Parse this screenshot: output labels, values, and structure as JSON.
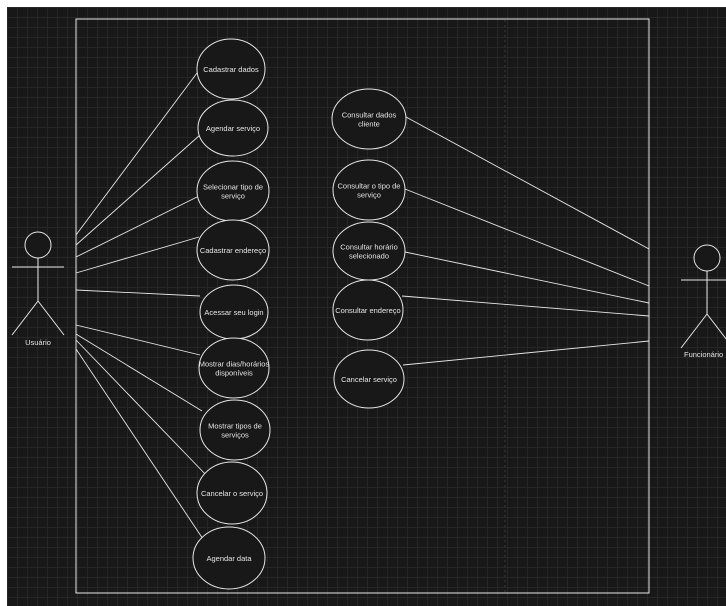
{
  "diagram": {
    "actors": {
      "left": {
        "label": "Usuário"
      },
      "right": {
        "label": "Funcionário"
      }
    },
    "use_cases": [
      {
        "id": "uc1",
        "lines": [
          "Cadastrar dados"
        ]
      },
      {
        "id": "uc2",
        "lines": [
          "Agendar serviço"
        ]
      },
      {
        "id": "uc3",
        "lines": [
          "Selecionar tipo de",
          "serviço"
        ]
      },
      {
        "id": "uc4",
        "lines": [
          "Cadastrar endereço"
        ]
      },
      {
        "id": "uc5",
        "lines": [
          "Acessar seu login"
        ]
      },
      {
        "id": "uc6",
        "lines": [
          "Mostrar dias/horários",
          "disponíveis"
        ]
      },
      {
        "id": "uc7",
        "lines": [
          "Mostrar tipos de",
          "serviços"
        ]
      },
      {
        "id": "uc8",
        "lines": [
          "Cancelar o serviço"
        ]
      },
      {
        "id": "uc9",
        "lines": [
          "Agendar data"
        ]
      },
      {
        "id": "uc10",
        "lines": [
          "Consultar dados",
          "cliente"
        ]
      },
      {
        "id": "uc11",
        "lines": [
          "Consultar o tipo de",
          "serviço"
        ]
      },
      {
        "id": "uc12",
        "lines": [
          "Consultar horário",
          "selecionado"
        ]
      },
      {
        "id": "uc13",
        "lines": [
          "Consultar endereço"
        ]
      },
      {
        "id": "uc14",
        "lines": [
          "Cancelar serviço"
        ]
      }
    ],
    "associations": {
      "left": [
        "uc1",
        "uc2",
        "uc3",
        "uc4",
        "uc5",
        "uc6",
        "uc7",
        "uc8",
        "uc9"
      ],
      "right": [
        "uc10",
        "uc11",
        "uc12",
        "uc13",
        "uc14"
      ]
    },
    "colors": {
      "background": "#181818",
      "stroke": "#e6e6e6",
      "text": "#e6e6e6"
    }
  }
}
